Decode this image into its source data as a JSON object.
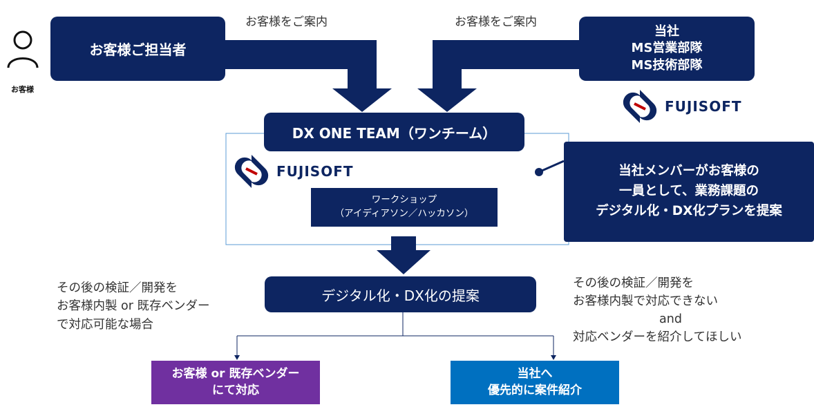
{
  "customer_icon_label": "お客様",
  "customer_contact": "お客様ご担当者",
  "guide_left": "お客様をご案内",
  "guide_right": "お客様をご案内",
  "company_box": {
    "line1": "当社",
    "line2": "MS営業部隊",
    "line3": "MS技術部隊"
  },
  "logo_text": "FUJISOFT",
  "team_title": "DX ONE TEAM（ワンチーム）",
  "workshop": {
    "line1": "ワークショップ",
    "line2": "（アイディアソン／ハッカソン）"
  },
  "callout": {
    "line1": "当社メンバーがお客様の",
    "line2": "一員として、業務課題の",
    "line3": "デジタル化・DX化プランを提案"
  },
  "proposal": "デジタル化・DX化の提案",
  "left_note": {
    "line1": "その後の検証／開発を",
    "line2": "お客様内製 or 既存ベンダー",
    "line3": "で対応可能な場合"
  },
  "right_note": {
    "line1": "その後の検証／開発を",
    "line2": "お客様内製で対応できない",
    "line3": "and",
    "line4": "対応ベンダーを紹介してほしい"
  },
  "left_result": {
    "line1": "お客様 or 既存ベンダー",
    "line2": "にて対応"
  },
  "right_result": {
    "line1": "当社へ",
    "line2": "優先的に案件紹介"
  },
  "colors": {
    "navy": "#0d2561",
    "purple": "#7030a0",
    "blue": "#0070c0",
    "frame": "#5b9bd5"
  }
}
